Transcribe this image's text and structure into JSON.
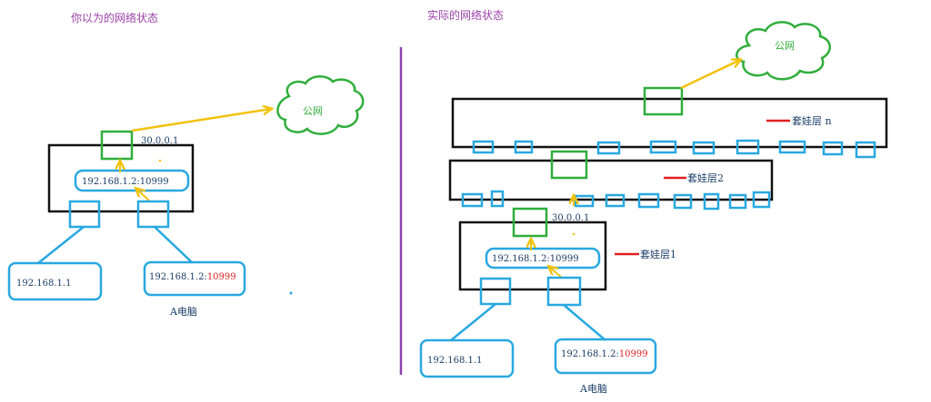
{
  "left_panel": {
    "title": "你以为的网络状态",
    "cloud_label": "公网",
    "router_ip": "30.0.0.1",
    "router_inner_ip": "192.168.1.2:10999",
    "host_a_ip": "192.168.1.1",
    "host_b_ip": "192.168.1.2:",
    "host_b_port": "10999",
    "host_caption": "A电脑"
  },
  "right_panel": {
    "title": "实际的网络状态",
    "cloud_label": "公网",
    "layer_n_label": "套娃层 n",
    "layer_2_label": "套娃层2",
    "layer_1_label": "套娃层1",
    "router_ip": "30.0.0.1",
    "router_inner_ip": "192.168.1.2:10999",
    "host_a_ip": "192.168.1.1",
    "host_b_ip": "192.168.1.2:",
    "host_b_port": "10999",
    "host_caption": "A电脑"
  },
  "colors": {
    "title": "#9b3fa8",
    "divider": "#8e44ad",
    "box_black": "#111111",
    "blue": "#29a8e0",
    "green": "#2fae3c",
    "arrow": "#f2c20f",
    "red": "#e02020",
    "dark_text": "#1a3d66"
  }
}
